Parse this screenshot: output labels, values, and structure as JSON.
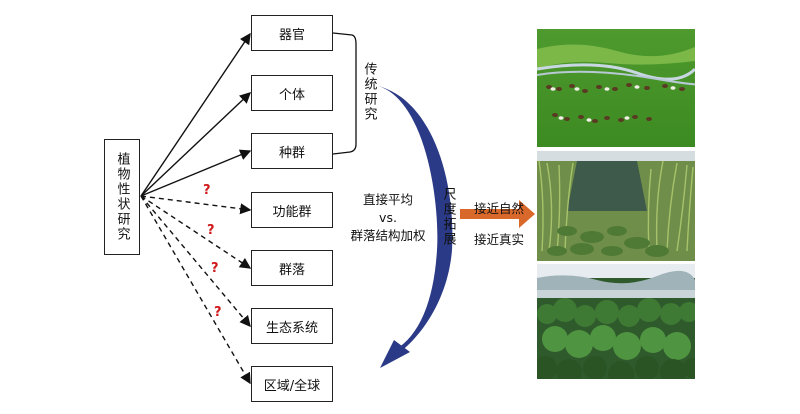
{
  "root": {
    "label": "植物性状研究"
  },
  "levels": [
    {
      "label": "器官"
    },
    {
      "label": "个体"
    },
    {
      "label": "种群"
    },
    {
      "label": "功能群"
    },
    {
      "label": "群落"
    },
    {
      "label": "生态系统"
    },
    {
      "label": "区域/全球"
    }
  ],
  "traditional": {
    "label": "传统研究"
  },
  "method": {
    "line1": "直接平均",
    "line2": "vs.",
    "line3": "群落结构加权"
  },
  "scale": {
    "label": "尺度拓展"
  },
  "outcome": {
    "line1": "接近自然",
    "line2": "接近真实"
  },
  "unknown_mark": "?",
  "colors": {
    "arc": "#2b3a86",
    "arrow": "#d9682b",
    "question": "#d0191b"
  },
  "photos": [
    {
      "name": "grassland-with-livestock"
    },
    {
      "name": "wetland-with-reeds"
    },
    {
      "name": "forest-landscape"
    }
  ]
}
